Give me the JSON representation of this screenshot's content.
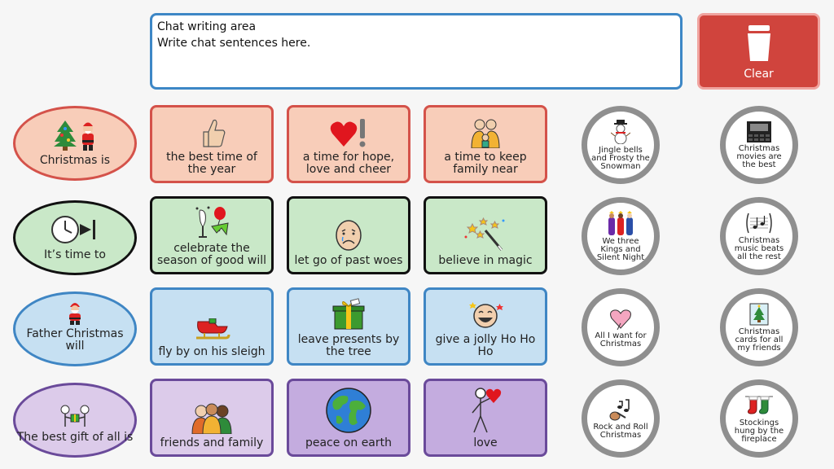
{
  "chat": {
    "title": "Chat writing area",
    "hint": "Write chat sentences here."
  },
  "clear": {
    "label": "Clear"
  },
  "rows": [
    {
      "starter": {
        "label": "Christmas is",
        "icon": "christmas-tree-santa-icon"
      },
      "cards": [
        {
          "label": "the best time of the year",
          "icon": "thumbs-up-icon"
        },
        {
          "label": "a time for hope, love and cheer",
          "icon": "heart-exclamation-icon"
        },
        {
          "label": "a time to keep family near",
          "icon": "family-icon"
        }
      ]
    },
    {
      "starter": {
        "label": "It’s time to",
        "icon": "clock-arrow-icon"
      },
      "cards": [
        {
          "label": "celebrate the season of good will",
          "icon": "celebration-icon"
        },
        {
          "label": "let go of past woes",
          "icon": "sad-face-icon"
        },
        {
          "label": "believe in magic",
          "icon": "magic-wand-icon"
        }
      ]
    },
    {
      "starter": {
        "label": "Father Christmas will",
        "icon": "santa-icon"
      },
      "cards": [
        {
          "label": "fly by on his sleigh",
          "icon": "sleigh-icon"
        },
        {
          "label": "leave presents by the tree",
          "icon": "present-icon"
        },
        {
          "label": "give a jolly Ho Ho Ho",
          "icon": "laughing-face-icon"
        }
      ]
    },
    {
      "starter": {
        "label": "The best gift of all is",
        "icon": "gift-giving-icon"
      },
      "cards": [
        {
          "label": "friends and family",
          "icon": "group-people-icon"
        },
        {
          "label": "peace on earth",
          "icon": "earth-icon"
        },
        {
          "label": "love",
          "icon": "person-heart-icon"
        }
      ]
    }
  ],
  "songs": [
    [
      {
        "label": "Jingle bells and Frosty the Snowman",
        "icon": "snowman-icon"
      },
      {
        "label": "Christmas movies are the best",
        "icon": "cinema-icon"
      }
    ],
    [
      {
        "label": "We three Kings and Silent Night",
        "icon": "three-kings-icon"
      },
      {
        "label": "Christmas music beats all the rest",
        "icon": "music-notes-icon"
      }
    ],
    [
      {
        "label": "All I want for Christmas",
        "icon": "heart-icon"
      },
      {
        "label": "Christmas cards for all my friends",
        "icon": "christmas-card-icon"
      }
    ],
    [
      {
        "label": "Rock and Roll Christmas",
        "icon": "guitar-music-icon"
      },
      {
        "label": "Stockings hung by the fireplace",
        "icon": "stockings-icon"
      }
    ]
  ],
  "colors": {
    "red": "#d4524a",
    "green": "#111111",
    "blue": "#3f86c4",
    "purple": "#6a4a9a",
    "clear": "#d0443d",
    "chat_border": "#3d87c6"
  }
}
